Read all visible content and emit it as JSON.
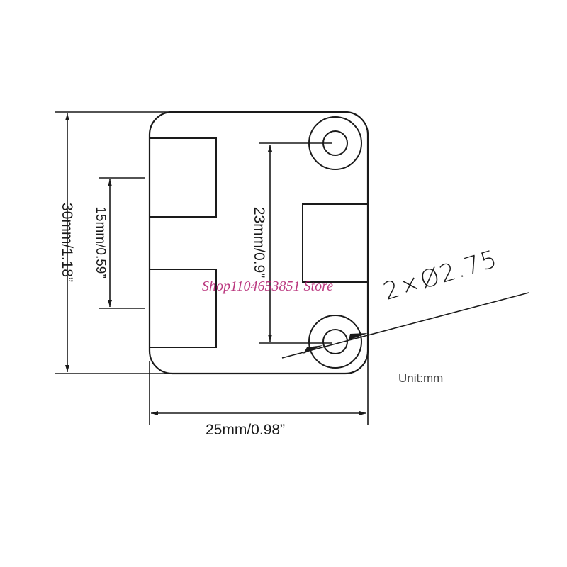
{
  "diagram": {
    "type": "mechanical-dimension-drawing",
    "dimensions": {
      "overall_height": "30mm/1.18”",
      "inner_height": "15mm/0.59”",
      "hole_spacing": "23mm/0.9”",
      "overall_width": "25mm/0.98”"
    },
    "hole_callout": "2×Ø2.75",
    "unit_label": "Unit:mm",
    "watermark": "Shop1104653851 Store",
    "colors": {
      "line": "#1a1a1a",
      "watermark": "#b0186b",
      "background": "#ffffff"
    }
  }
}
